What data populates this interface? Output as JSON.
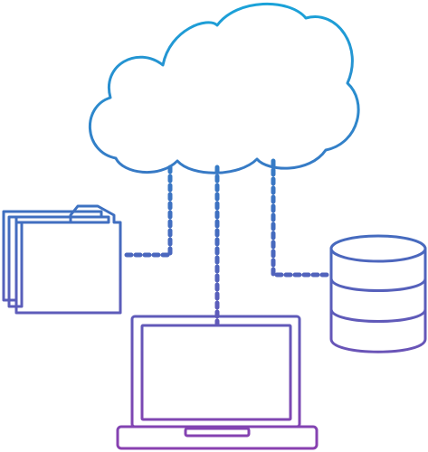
{
  "diagram": {
    "nodes": [
      {
        "id": "cloud",
        "icon": "cloud-icon"
      },
      {
        "id": "folders",
        "icon": "folder-icon"
      },
      {
        "id": "database",
        "icon": "database-icon"
      },
      {
        "id": "laptop",
        "icon": "laptop-icon"
      }
    ],
    "edges": [
      {
        "from": "cloud",
        "to": "folders",
        "style": "dashed"
      },
      {
        "from": "cloud",
        "to": "laptop",
        "style": "dashed"
      },
      {
        "from": "cloud",
        "to": "database",
        "style": "dashed"
      }
    ]
  },
  "colors": {
    "gradient_top": "#1aa3d9",
    "gradient_mid": "#3f6fc0",
    "gradient_bottom": "#8a3fb0"
  }
}
